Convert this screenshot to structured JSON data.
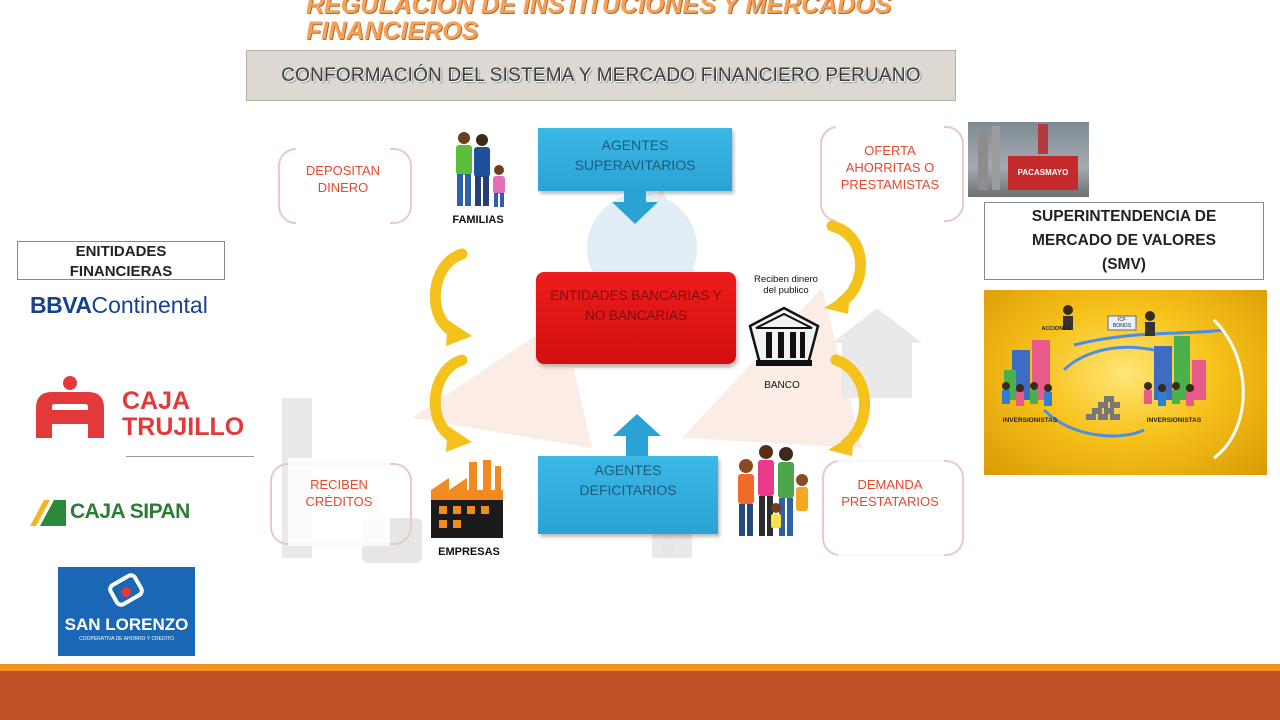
{
  "title": "REGULACIÓN DE INSTITUCIONES Y MERCADOS FINANCIEROS",
  "subtitle": "CONFORMACIÓN DEL SISTEMA Y MERCADO FINANCIERO PERUANO",
  "diagram": {
    "depositan": "DEPOSITAN\nDINERO",
    "familias": "FAMILIAS",
    "agentes_superavitarios": "AGENTES\nSUPERAVITARIOS",
    "oferta": "OFERTA\nAHORRITAS O\nPRESTAMISTAS",
    "entidades": "ENTIDADES BANCARIAS Y\nNO BANCARIAS",
    "reciben_dinero": "Reciben dinero\ndel publico",
    "banco": "BANCO",
    "reciben_creditos": "RECIBEN\nCRÉDITOS",
    "empresas": "EMPRESAS",
    "agentes_deficitarios": "AGENTES\nDEFICITARIOS",
    "demanda": "DEMANDA\nPRESTATARIOS"
  },
  "left": {
    "header": "ENITIDADES\nFINANCIERAS",
    "logos": {
      "bbva_a": "BBVA",
      "bbva_b": "Continental",
      "caja_trujillo_a": "CAJA",
      "caja_trujillo_b": "TRUJILLO",
      "caja_sipan": "CAJA SIPAN",
      "san_lorenzo": "SAN LORENZO",
      "san_lorenzo_sub": "COOPERATIVA DE AHORRO Y CREDITO"
    }
  },
  "right": {
    "photo_sign": "PACASMAYO",
    "smv_label": "SUPERINTENDENCIA DE\nMERCADO DE VALORES\n(SMV)",
    "smv_image": {
      "acciones": "ACCIONES",
      "bonos": "ICF\nBONOS",
      "inversionistas_left": "INVERSIONISTAS",
      "inversionistas_right": "INVERSIONISTAS"
    }
  },
  "colors": {
    "accent_orange": "#f5911e",
    "footer": "#bf5127",
    "agent_blue": "#2aa3d4",
    "entity_red": "#e31717",
    "arrow_yellow": "#f4c21b"
  }
}
